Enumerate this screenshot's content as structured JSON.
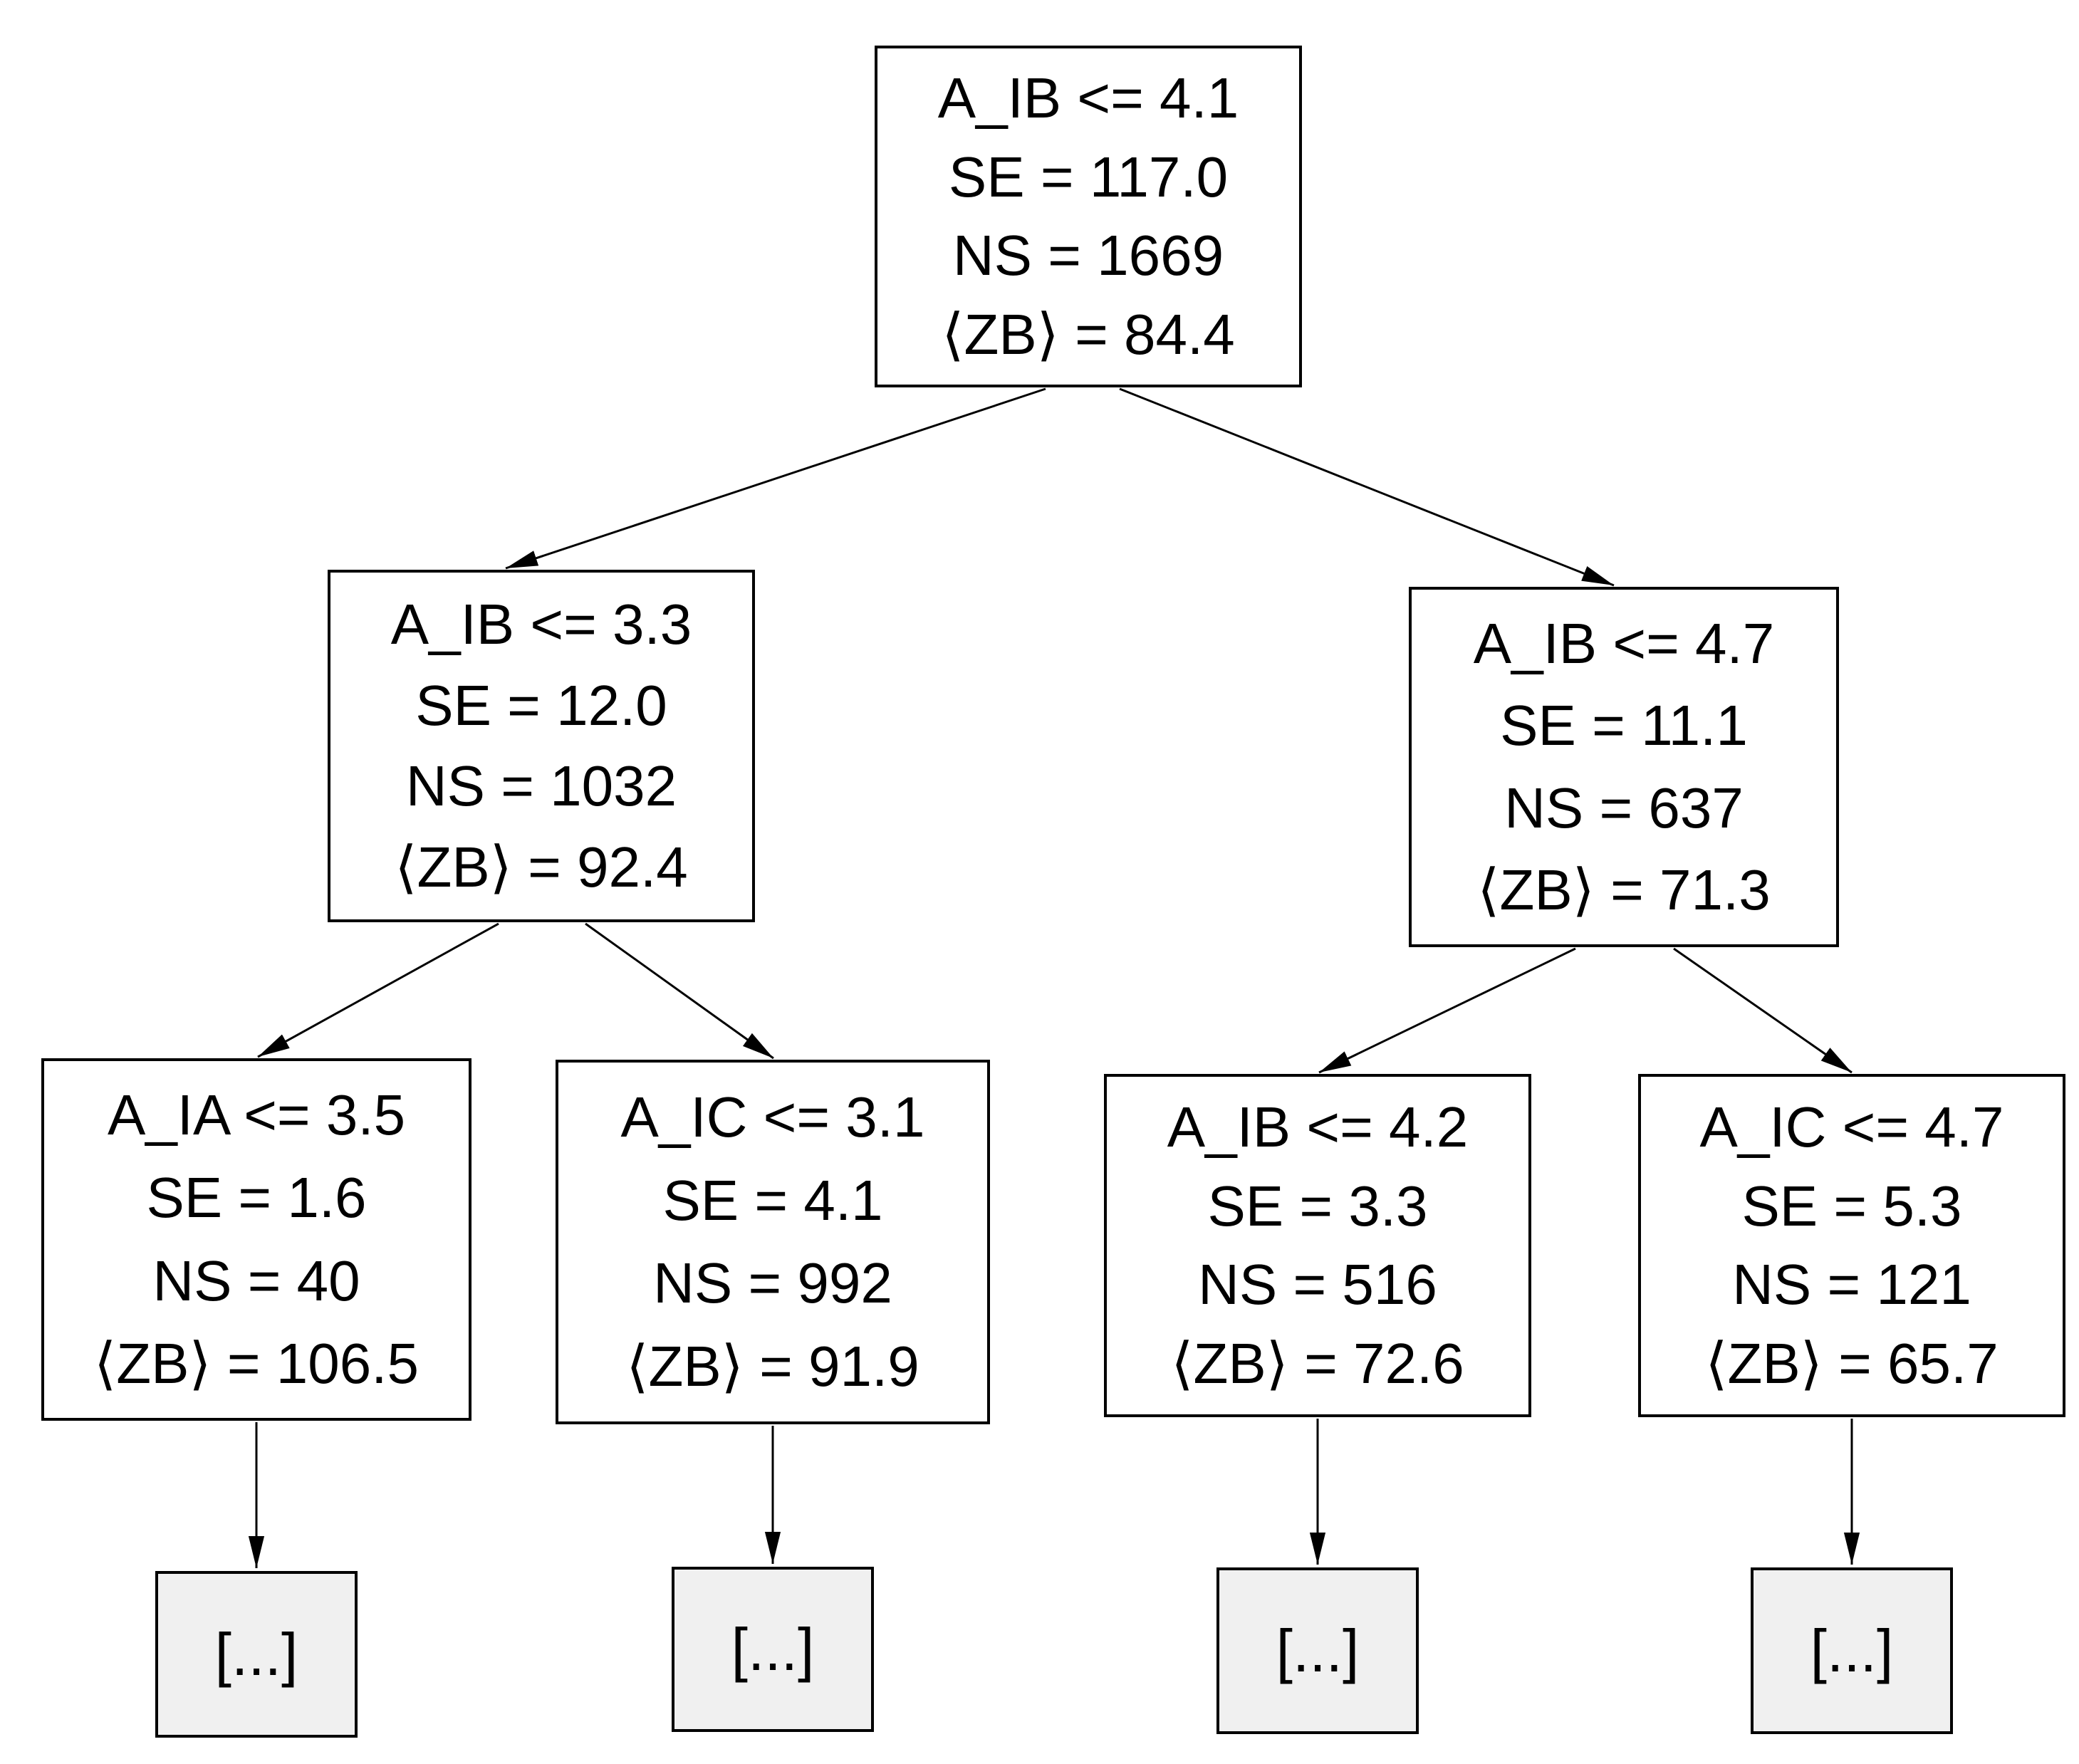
{
  "figure": {
    "type": "decision-tree",
    "background": "#ffffff"
  },
  "colors": {
    "node_fill": "#ffffff",
    "leaf_fill": "#f0f0f0",
    "border": "#000000",
    "edge": "#000000",
    "text": "#000000"
  },
  "tree": {
    "nodes": [
      {
        "id": "root",
        "lines": [
          "A_IB <= 4.1",
          "SE = 117.0",
          "NS = 1669",
          "⟨ZB⟩ = 84.4"
        ]
      },
      {
        "id": "left",
        "lines": [
          "A_IB <= 3.3",
          "SE = 12.0",
          "NS = 1032",
          "⟨ZB⟩ = 92.4"
        ]
      },
      {
        "id": "right",
        "lines": [
          "A_IB <= 4.7",
          "SE = 11.1",
          "NS = 637",
          "⟨ZB⟩ = 71.3"
        ]
      },
      {
        "id": "left-left",
        "lines": [
          "A_IA <= 3.5",
          "SE = 1.6",
          "NS = 40",
          "⟨ZB⟩ = 106.5"
        ]
      },
      {
        "id": "left-right",
        "lines": [
          "A_IC <= 3.1",
          "SE = 4.1",
          "NS = 992",
          "⟨ZB⟩ = 91.9"
        ]
      },
      {
        "id": "right-left",
        "lines": [
          "A_IB <= 4.2",
          "SE = 3.3",
          "NS = 516",
          "⟨ZB⟩ = 72.6"
        ]
      },
      {
        "id": "right-right",
        "lines": [
          "A_IC <= 4.7",
          "SE = 5.3",
          "NS = 121",
          "⟨ZB⟩ = 65.7"
        ]
      }
    ],
    "leaves": [
      {
        "label": "[...]"
      },
      {
        "label": "[...]"
      },
      {
        "label": "[...]"
      },
      {
        "label": "[...]"
      }
    ]
  }
}
